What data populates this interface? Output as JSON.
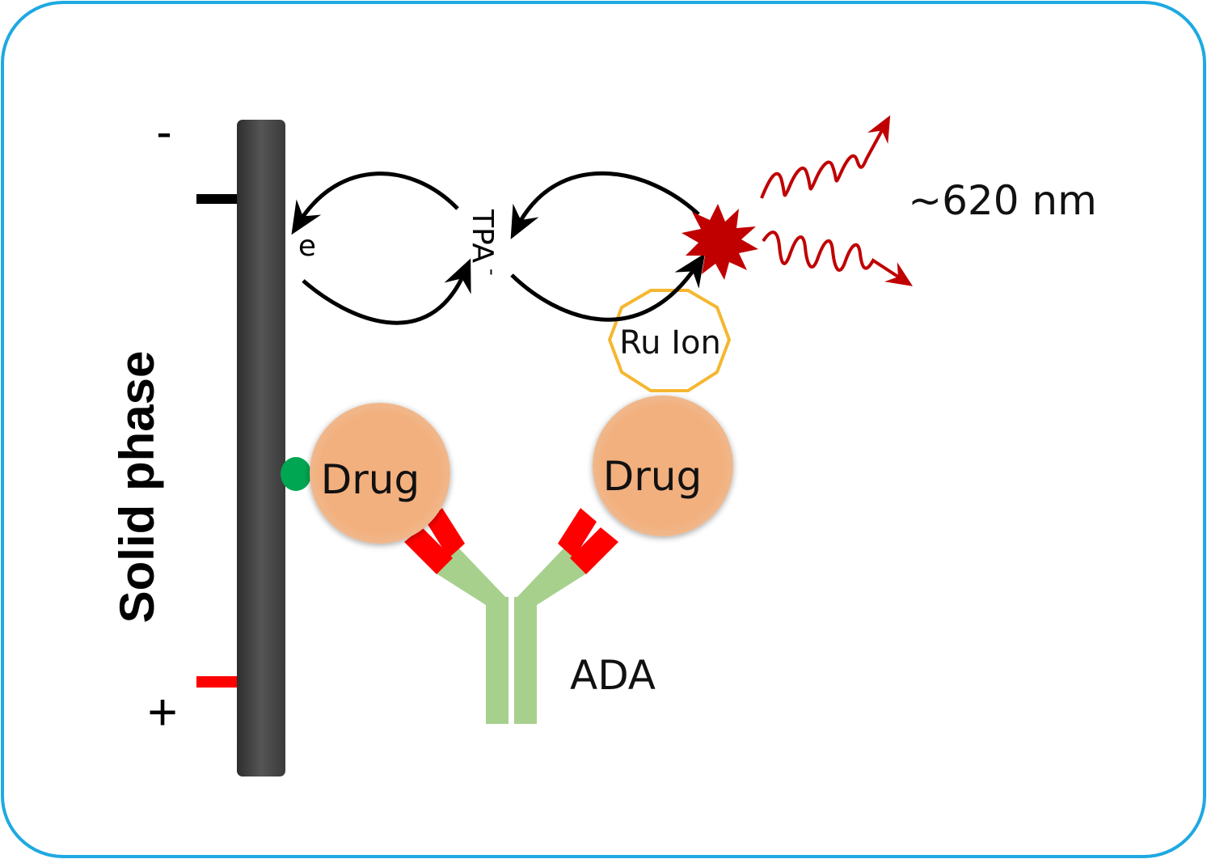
{
  "labels": {
    "minus_sign": "-",
    "plus_sign": "+",
    "solid_phase": "Solid phase",
    "electron": "e",
    "tpa": "TPA",
    "tpa_charge": "-",
    "wavelength": "~620 nm",
    "ru_ion": "Ru Ion",
    "drug_left": "Drug",
    "drug_right": "Drug",
    "ada": "ADA"
  },
  "colors": {
    "frame": "#1ea9e1",
    "electrode": "#4a4a4a",
    "negative_terminal": "#000000",
    "positive_terminal": "#ff0000",
    "anchor_dot": "#00a651",
    "drug": "#f2b07e",
    "antibody": "#a8d08d",
    "antibody_tip": "#ff0000",
    "ru_ring": "#f5b731",
    "emission": "#c00000",
    "arrows": "#000000"
  },
  "icons": {
    "emission_burst": "starburst-icon",
    "light_rays": "wavy-arrow-icon"
  }
}
